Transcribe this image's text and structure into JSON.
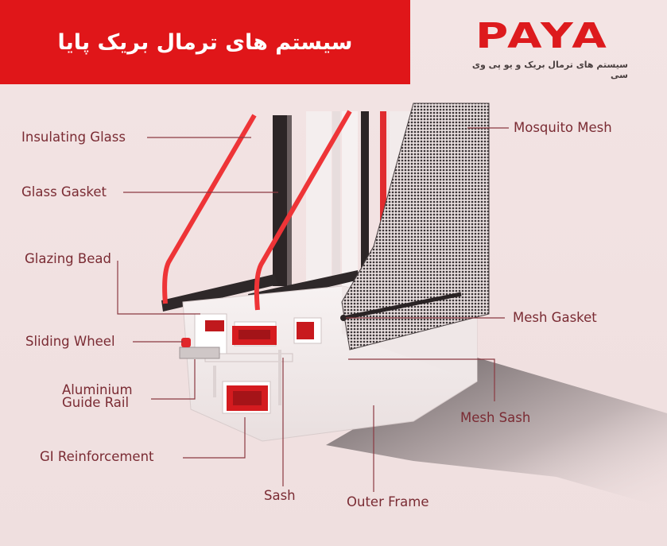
{
  "header": {
    "title": "سیستم های ترمال بریک پایا",
    "banner_color": "#e01619"
  },
  "brand": {
    "logo": "PAYA",
    "tagline": "سیستم های ترمال بریک و یو پی وی سی",
    "color": "#dd1a1d"
  },
  "diagram": {
    "subject": "Thermal break sliding window profile cross-section",
    "label_color": "#7a2b33",
    "labels": {
      "insulating_glass": "Insulating Glass",
      "glass_gasket": "Glass Gasket",
      "glazing_bead": "Glazing Bead",
      "sliding_wheel": "Sliding Wheel",
      "guide_rail_line1": "Aluminium",
      "guide_rail_line2": "Guide Rail",
      "gi_reinforcement": "GI Reinforcement",
      "sash": "Sash",
      "outer_frame": "Outer Frame",
      "mosquito_mesh": "Mosquito Mesh",
      "mesh_gasket": "Mesh Gasket",
      "mesh_sash": "Mesh Sash"
    }
  }
}
